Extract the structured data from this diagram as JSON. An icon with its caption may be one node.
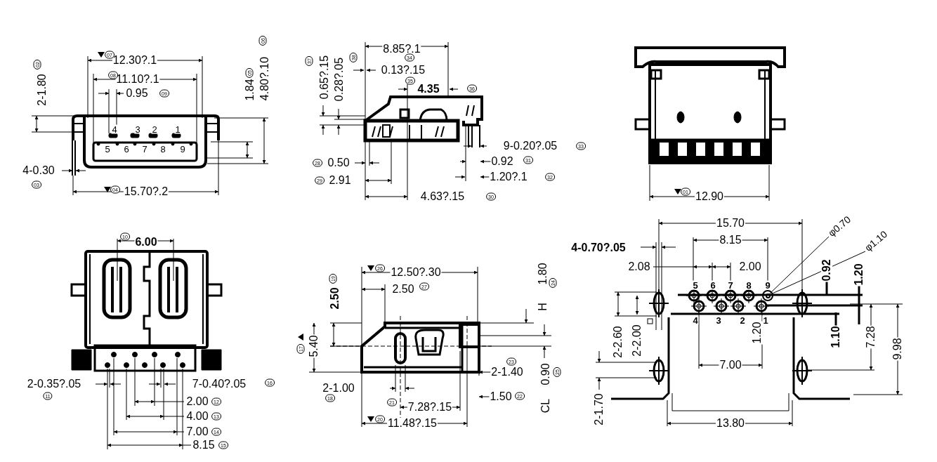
{
  "diagram": {
    "nodes": [
      {
        "text": [
          "φ0.70"
        ]
      },
      {
        "text": [
          "φ1.10"
        ]
      },
      {
        "text": [],
        "shape": "circle"
      },
      {
        "text": [],
        "shape": "circle",
        "in": 2
      }
    ],
    "edges": [
      {
        "from": 0,
        "to": 3,
        "arrow": "none"
      },
      {
        "from": 1,
        "to": 2,
        "arrow": "none"
      }
    ],
    "labels": [
      "12.30?.1",
      "07",
      "11.10?.1",
      "08",
      "0.95",
      "09",
      "2-1.80",
      "02",
      "1.84",
      "05",
      "4.80?.10",
      "06",
      "4",
      "3",
      "2",
      "1",
      "5",
      "6",
      "7",
      "8",
      "9",
      "4-0.30",
      "03",
      "04",
      "15.70?.2",
      "37",
      "0.65?.15",
      "0.28?.05",
      "38",
      "8.85?.1",
      "34",
      "0.13?.15",
      "35",
      "4.35",
      "36",
      "9-0.20?.05",
      "33",
      "28",
      "0.50",
      "0.92",
      "31",
      "29",
      "2.91",
      "1.20?.1",
      "32",
      "4.63?.15",
      "30",
      "01",
      "12.90",
      "10",
      "6.00",
      "2-0.35?.05",
      "11",
      "7-0.40?.05",
      "16",
      "2.00",
      "12",
      "4.00",
      "13",
      "7.00",
      "14",
      "8.15",
      "15",
      "26",
      "12.50?.30",
      "19",
      "2.50",
      "2.50",
      "27",
      "1.80",
      "24",
      "H",
      "17",
      "5.40",
      "23",
      "2-1.40",
      "0.90",
      "25",
      "2-1.00",
      "18",
      "1.50",
      "22",
      "21",
      "7.28?.15",
      "CL",
      "20",
      "11.48?.15",
      "15.70",
      "8.15",
      "4-0.70?.05",
      "2.08",
      "2.00",
      "0.92",
      "1.20",
      "5",
      "6",
      "7",
      "8",
      "9",
      "4",
      "3",
      "2",
      "1",
      "1.20",
      "2-2.60",
      "2-2.00",
      "1.10",
      "7.28",
      "9.98",
      "7.00",
      "2-1.70",
      "13.80"
    ]
  }
}
